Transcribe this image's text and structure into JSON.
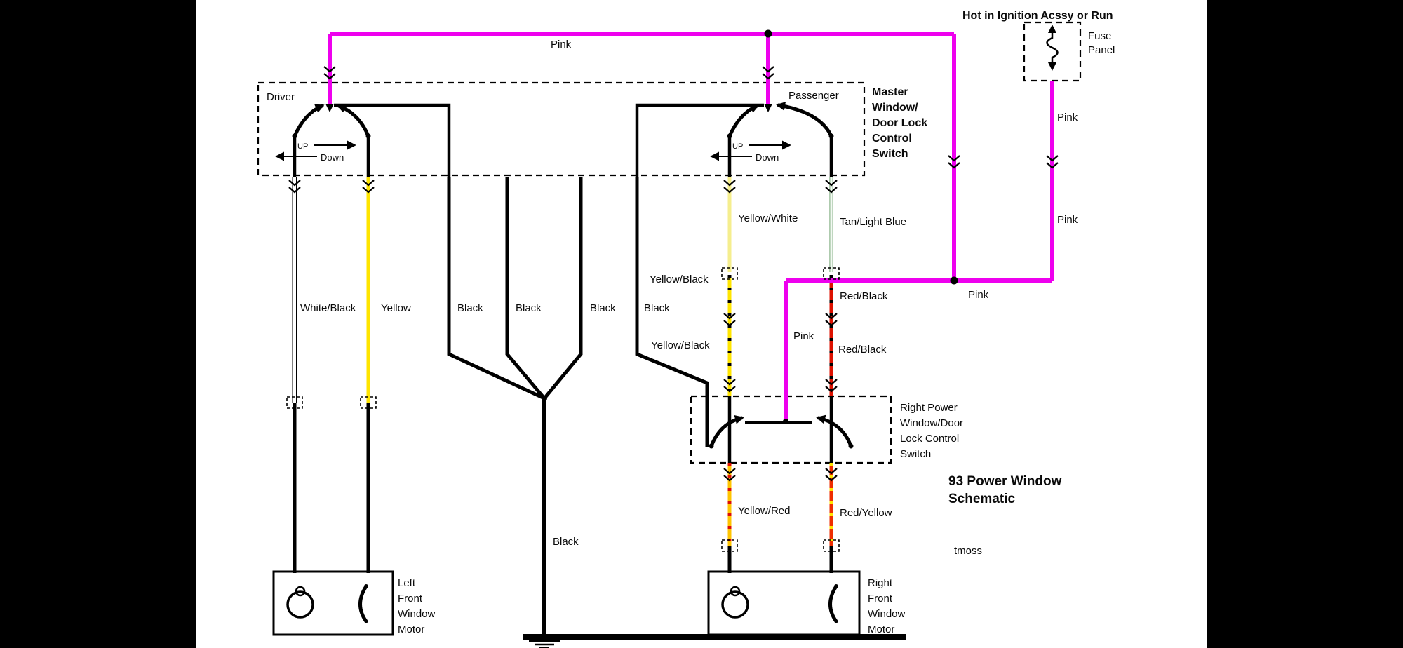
{
  "header": {
    "hot_in_ignition": "Hot in Ignition Acssy or Run",
    "fuse_panel_lines": [
      "Fuse",
      "Panel"
    ]
  },
  "master_switch": {
    "title_lines": [
      "Master",
      "Window/",
      "Door Lock",
      "Control",
      "Switch"
    ],
    "driver_label": "Driver",
    "passenger_label": "Passenger",
    "up_label": "UP",
    "down_label": "Down"
  },
  "right_switch": {
    "title_lines": [
      "Right Power",
      "Window/Door",
      "Lock Control",
      "Switch"
    ]
  },
  "left_motor": {
    "label_lines": [
      "Left",
      "Front",
      "Window",
      "Motor"
    ]
  },
  "right_motor": {
    "label_lines": [
      "Right",
      "Front",
      "Window",
      "Motor"
    ]
  },
  "footer": {
    "schematic_title_lines": [
      "93 Power Window",
      "Schematic"
    ],
    "credit": "tmoss"
  },
  "wire_labels": {
    "pink_top": "Pink",
    "pink_fuse_upper": "Pink",
    "pink_fuse_lower": "Pink",
    "pink_branch": "Pink",
    "pink_right_switch_feed": "Pink",
    "white_black": "White/Black",
    "yellow": "Yellow",
    "black_1": "Black",
    "black_2": "Black",
    "black_3": "Black",
    "black_4": "Black",
    "black_ground": "Black",
    "yellow_white": "Yellow/White",
    "tan_light_blue": "Tan/Light Blue",
    "yellow_black_upper": "Yellow/Black",
    "yellow_black_lower": "Yellow/Black",
    "red_black_upper": "Red/Black",
    "red_black_lower": "Red/Black",
    "yellow_red": "Yellow/Red",
    "red_yellow": "Red/Yellow"
  },
  "colors": {
    "pink": "#EE00EE",
    "yellow": "#FFE500",
    "pale_yellow": "#F5EE8E",
    "red": "#DD1100",
    "orange_yellow": "#FFC400",
    "orange_red": "#EE2D00",
    "tan_light_blue": "#AECBAE",
    "tan_highlight": "#F2F9F2",
    "black": "#000000",
    "white": "#FFFFFF"
  }
}
